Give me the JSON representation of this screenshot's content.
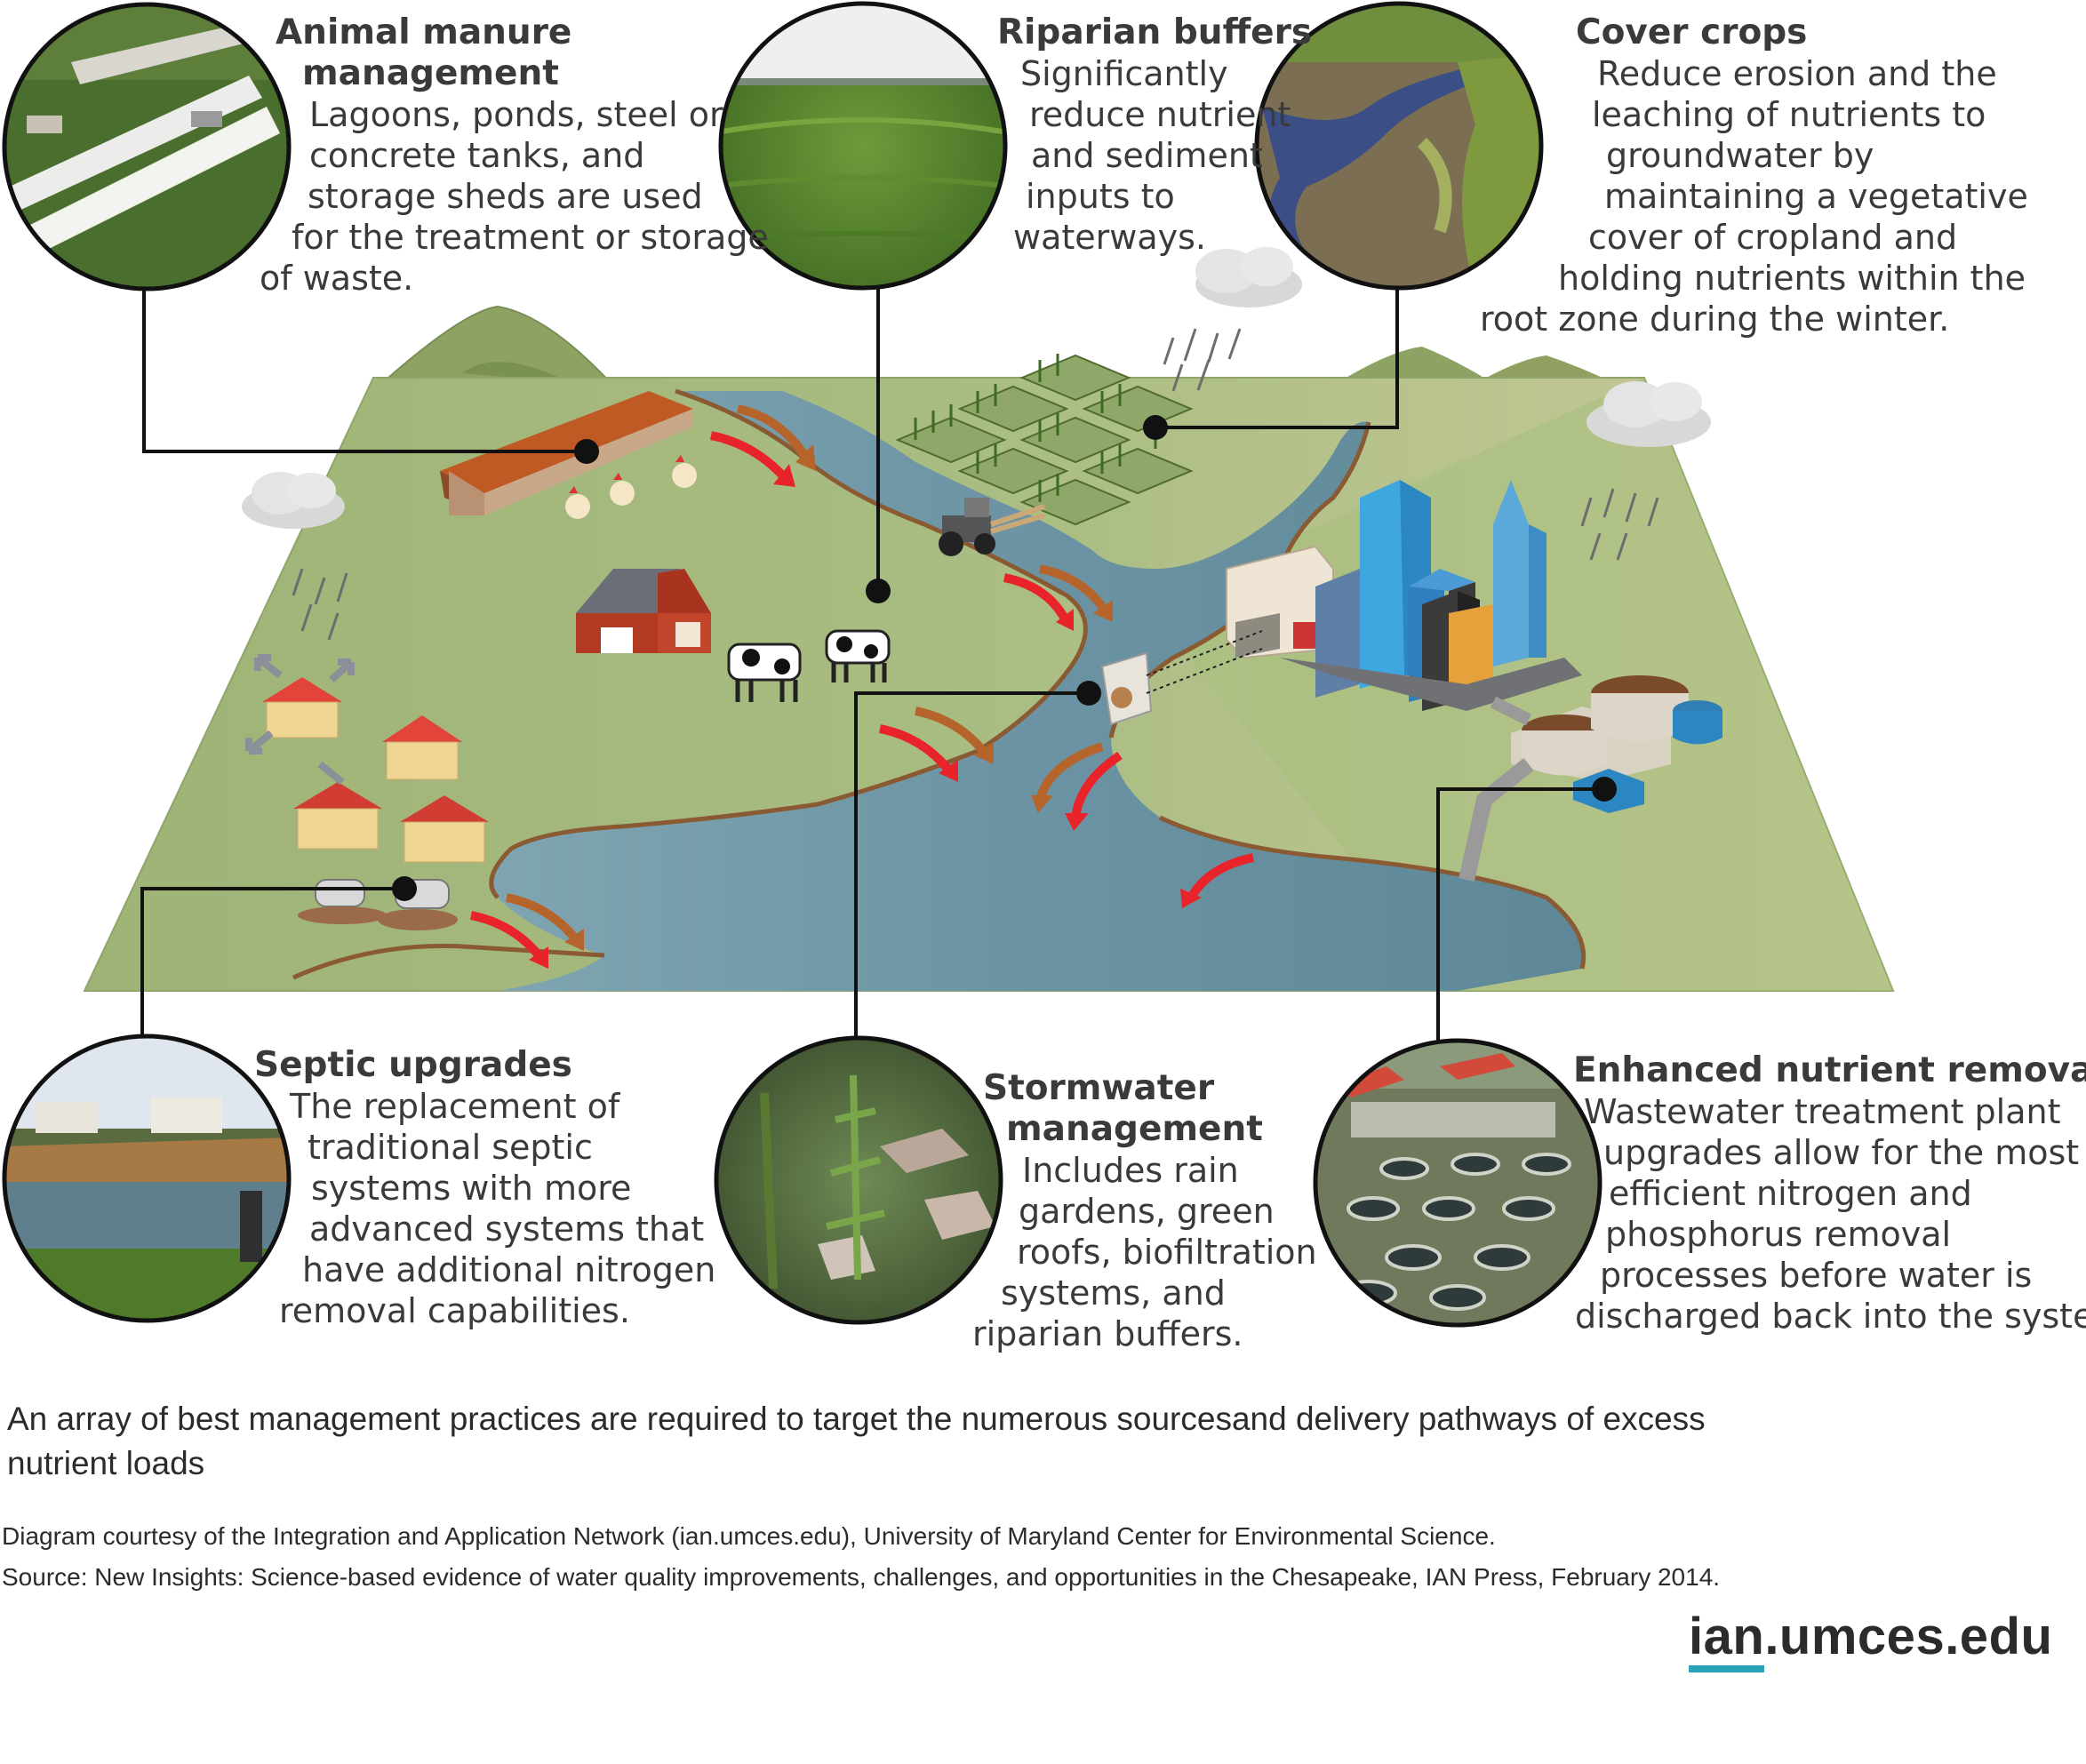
{
  "callouts": {
    "manure": {
      "title": [
        "Animal manure",
        "management"
      ],
      "body": [
        "Lagoons, ponds, steel or",
        "concrete tanks, and",
        "storage sheds are used",
        "for the treatment or storage",
        "of waste."
      ]
    },
    "riparian": {
      "title": [
        "Riparian buffers"
      ],
      "body": [
        "Significantly",
        "reduce nutrient",
        "and sediment",
        "inputs to",
        "waterways."
      ]
    },
    "cover": {
      "title": [
        "Cover crops"
      ],
      "body": [
        "Reduce erosion and the",
        "leaching of nutrients to",
        "groundwater by",
        "maintaining a vegetative",
        "cover of cropland and",
        "holding nutrients within the",
        "root zone during the winter."
      ]
    },
    "septic": {
      "title": [
        "Septic upgrades"
      ],
      "body": [
        "The replacement of",
        "traditional septic",
        "systems with more",
        "advanced systems that",
        "have additional nitrogen",
        "removal capabilities."
      ]
    },
    "storm": {
      "title": [
        "Stormwater",
        "management"
      ],
      "body": [
        "Includes rain",
        "gardens, green",
        "roofs, biofiltration",
        "systems, and",
        "riparian buffers."
      ]
    },
    "nutrient": {
      "title": [
        "Enhanced nutrient removal"
      ],
      "body": [
        "Wastewater treatment plant",
        "upgrades allow for the most",
        "efficient nitrogen and",
        "phosphorus removal",
        "processes before water is",
        "discharged back into the system."
      ]
    }
  },
  "caption": "An array of best management practices are required to target the numerous sourcesand delivery pathways of excess nutrient loads",
  "credit": {
    "line1": "Diagram courtesy of the Integration and Application Network (ian.umces.edu), University of Maryland Center for Environmental Science.",
    "line2": "Source: New Insights: Science-based evidence of water quality improvements, challenges, and opportunities in the Chesapeake, IAN Press, February  2014."
  },
  "logo": {
    "part1": "ian",
    "part2": ".umces.edu"
  },
  "colors": {
    "land": "#a7b97f",
    "land_light": "#c5cf9e",
    "water": "#6f97a6",
    "mountain": "#8ea263",
    "arrow_red": "#e8232a",
    "arrow_brown": "#b5652b",
    "leader": "#111111",
    "logo_accent": "#2aa3b8"
  }
}
